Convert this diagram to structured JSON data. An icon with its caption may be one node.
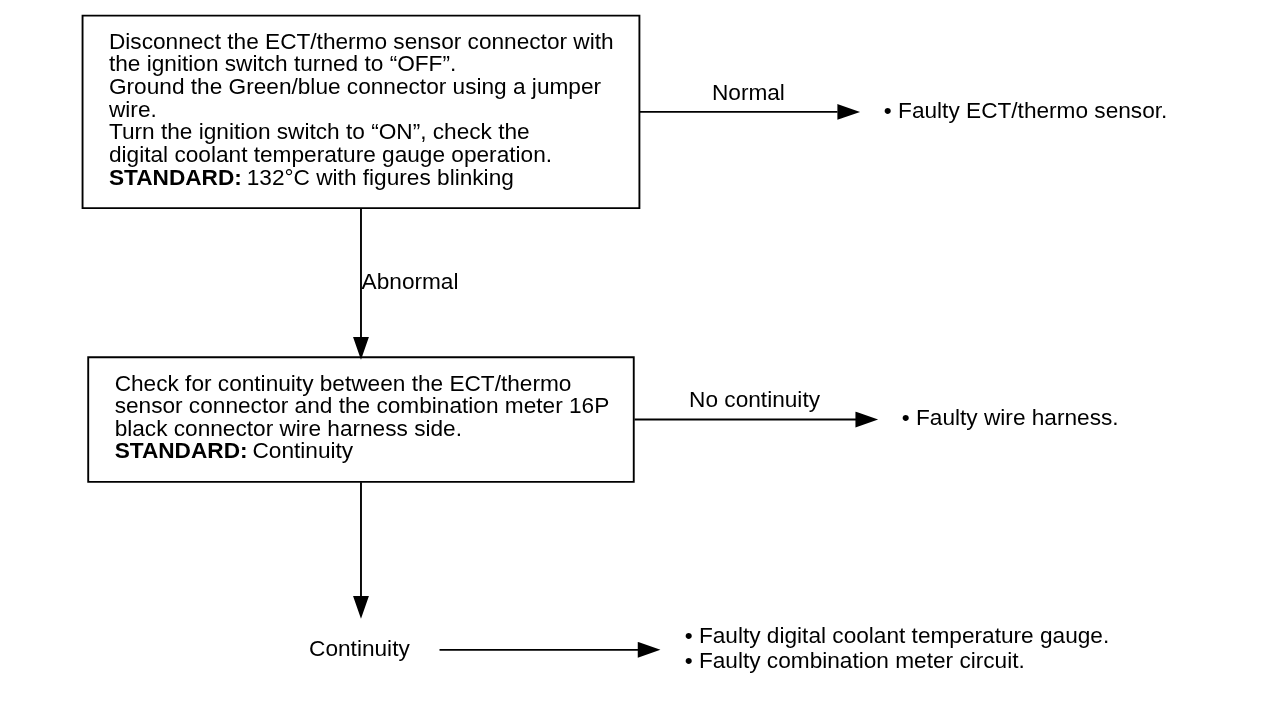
{
  "diagram": {
    "nodes": [
      {
        "text": [
          "Disconnect the ECT/thermo sensor connector with the ignition switch turned to “OFF”.",
          "Ground the Green/blue connector using a jumper wire.",
          "Turn the ignition switch to “ON”, check the digital coolant temperature gauge operation.",
          "**STANDARD:** 132°C with figures blinking"
        ]
      },
      {
        "text": [
          "• Faulty ECT/thermo sensor."
        ]
      },
      {
        "text": [
          "Check for continuity between the ECT/thermo sensor connector and the combination meter 16P black connector wire harness side.",
          "**STANDARD:** Continuity"
        ]
      },
      {
        "text": [
          "• Faulty wire harness."
        ]
      },
      {
        "text": [
          "Continuity"
        ]
      },
      {
        "text": [
          "• Faulty digital coolant temperature gauge.",
          "• Faulty combination meter circuit."
        ]
      }
    ],
    "edges": [
      {
        "from": 0,
        "to": 1,
        "arrow": "to",
        "label": "Normal"
      },
      {
        "from": 0,
        "to": 2,
        "arrow": "to",
        "label": "Abnormal"
      },
      {
        "from": 2,
        "to": 3,
        "arrow": "to",
        "label": "No continuity"
      },
      {
        "from": 2,
        "to": 4,
        "arrow": "to"
      },
      {
        "from": 4,
        "to": 5,
        "arrow": "to"
      }
    ]
  }
}
